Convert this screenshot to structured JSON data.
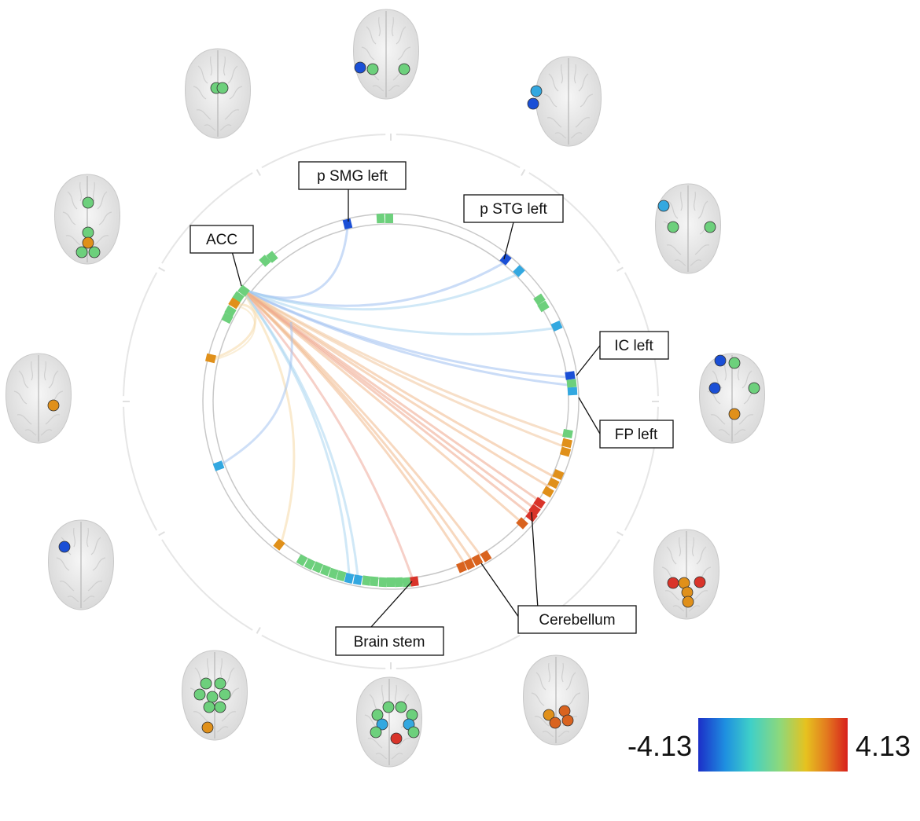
{
  "figure": {
    "labels": {
      "acc": "ACC",
      "psmg": "p SMG  left",
      "pstg": "p STG left",
      "ic": "IC left",
      "fp": "FP left",
      "cerebellum": "Cerebellum",
      "brainstem": "Brain stem"
    },
    "colorbar": {
      "min_label": "-4.13",
      "max_label": "4.13",
      "min": -4.13,
      "max": 4.13,
      "stops": [
        "#1c2fc8",
        "#1e8fe0",
        "#3fd0c8",
        "#8fd87a",
        "#e6c21f",
        "#e37a1f",
        "#d8201c"
      ]
    },
    "colors": {
      "green": "#6dd07c",
      "cyan": "#33a8e0",
      "blue": "#1a4fd6",
      "orange": "#e0901a",
      "red": "#d9342a",
      "dark_orange": "#d9631f"
    },
    "network_hub": "ACC",
    "connection_targets": [
      "p SMG  left",
      "p STG left",
      "IC left",
      "FP left",
      "Cerebellum",
      "Brain stem"
    ],
    "brain_icon": "brain-axial-view-icon"
  }
}
